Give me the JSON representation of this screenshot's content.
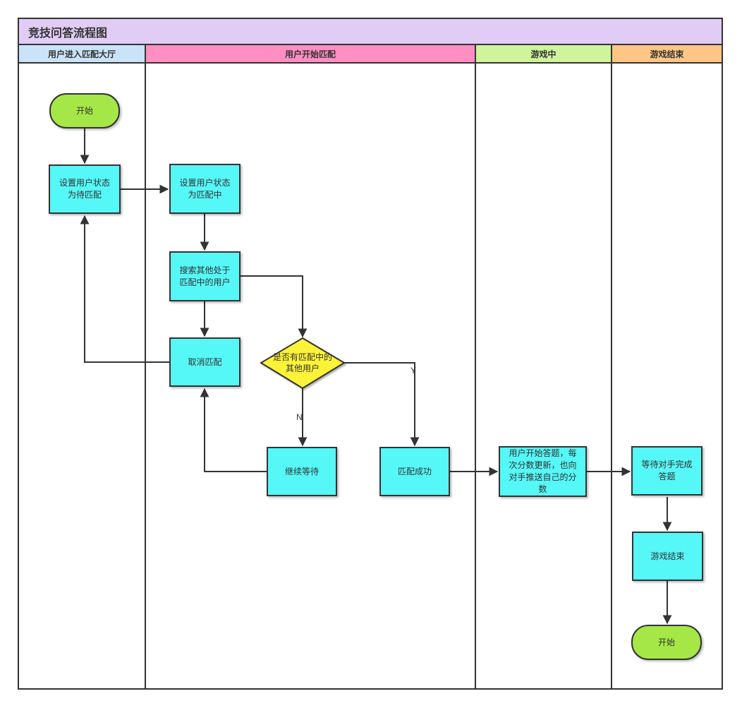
{
  "title": "竞技问答流程图",
  "lanes": [
    {
      "label": "用户进入匹配大厅",
      "color": "#C9E3F8"
    },
    {
      "label": "用户开始匹配",
      "color": "#FF8EC2"
    },
    {
      "label": "游戏中",
      "color": "#CFF49B"
    },
    {
      "label": "游戏结束",
      "color": "#FFC685"
    }
  ],
  "colors": {
    "title_bar": "#E0CCF5",
    "process_fill": "#55F7F7",
    "terminal_fill": "#A5E747",
    "decision_fill": "#FBF338",
    "line": "#333333"
  },
  "nodes": {
    "start": {
      "label": "开始",
      "type": "terminal"
    },
    "set_waiting": {
      "label": "设置用户状态\n为待匹配",
      "type": "process"
    },
    "set_matching": {
      "label": "设置用户状态\n为匹配中",
      "type": "process"
    },
    "search_users": {
      "label": "搜索其他处于\n匹配中的用户",
      "type": "process"
    },
    "cancel_match": {
      "label": "取消匹配",
      "type": "process"
    },
    "decision": {
      "label": "是否有匹配中的\n其他用户",
      "type": "decision"
    },
    "continue_waiting": {
      "label": "继续等待",
      "type": "process"
    },
    "match_success": {
      "label": "匹配成功",
      "type": "process"
    },
    "answering": {
      "label": "用户开始答题，每\n次分数更新，也向\n对手推送自己的分\n数",
      "type": "process"
    },
    "wait_opponent": {
      "label": "等待对手完成\n答题",
      "type": "process"
    },
    "game_over": {
      "label": "游戏结束",
      "type": "process"
    },
    "end": {
      "label": "开始",
      "type": "terminal"
    }
  },
  "edge_labels": {
    "yes": "Y",
    "no": "N"
  }
}
